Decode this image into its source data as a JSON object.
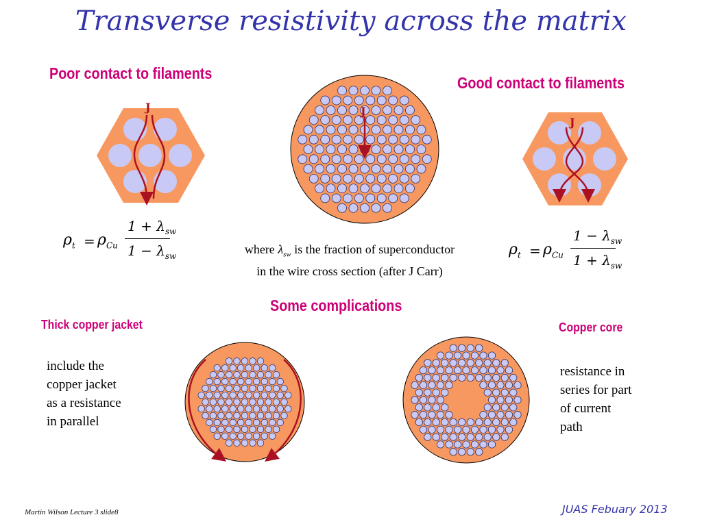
{
  "title": "Transverse resistivity across the matrix",
  "headings": {
    "poor": "Poor contact to filaments",
    "good": "Good contact to filaments",
    "complications": "Some complications",
    "thick": "Thick copper jacket",
    "core": "Copper core"
  },
  "current_label": "J",
  "equations": {
    "poor": {
      "lhs": "ρ",
      "lhs_sub": "t",
      "rhs": "ρ",
      "rhs_sub": "Cu",
      "num": "1 + λ",
      "num_sub": "sw",
      "den": "1 − λ",
      "den_sub": "sw"
    },
    "good": {
      "lhs": "ρ",
      "lhs_sub": "t",
      "rhs": "ρ",
      "rhs_sub": "Cu",
      "num": "1 − λ",
      "num_sub": "sw",
      "den": "1 + λ",
      "den_sub": "sw"
    }
  },
  "where_text": {
    "prefix": "where ",
    "symbol": "λ",
    "symbol_sub": "sw",
    "line1_rest": " is the fraction of superconductor",
    "line2": "in the wire cross section (after J Carr)"
  },
  "jacket_text": [
    "include the",
    "copper jacket",
    "as a resistance",
    "in parallel"
  ],
  "core_text": [
    "resistance in",
    "series for part",
    "of current",
    "path"
  ],
  "footer": {
    "left": "Martin Wilson Lecture 3 slide8",
    "right": "JUAS Febuary 2013"
  },
  "colors": {
    "title": "#3333aa",
    "heading": "#cc0077",
    "copper": "#f79860",
    "filament": "#c9c9f5",
    "arrow": "#aa1122"
  }
}
